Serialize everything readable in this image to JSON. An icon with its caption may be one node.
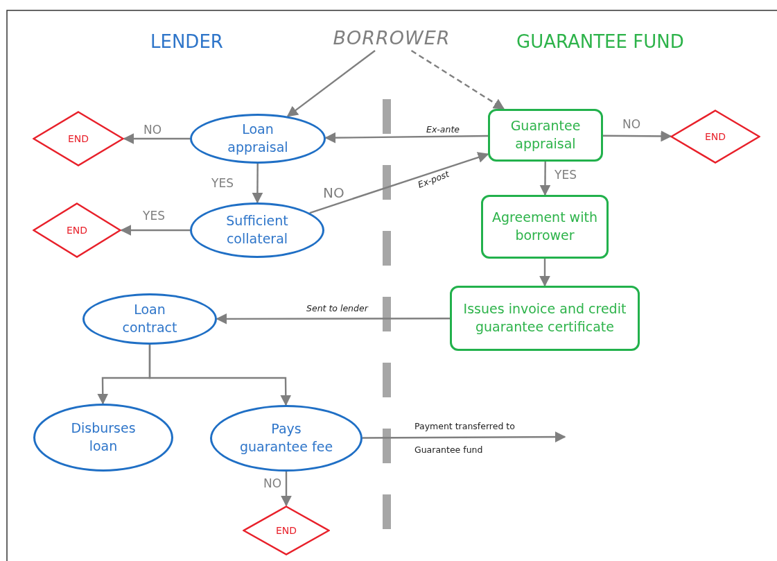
{
  "diagram": {
    "nodes": [
      {
        "text": [
          "BORROWER"
        ]
      },
      {
        "text": [
          "Loan appraisal"
        ]
      },
      {
        "text": [
          "END"
        ]
      },
      {
        "text": [
          "Guarantee appraisal"
        ]
      },
      {
        "text": [
          "END"
        ]
      },
      {
        "text": [
          "Sufficient collateral"
        ]
      },
      {
        "text": [
          "END"
        ]
      },
      {
        "text": [
          "Agreement with borrower"
        ]
      },
      {
        "text": [
          "Issues invoice and credit guarantee certificate"
        ]
      },
      {
        "text": [
          "Loan contract"
        ]
      },
      {
        "text": [
          "Disburses loan"
        ]
      },
      {
        "text": [
          "Pays guarantee fee"
        ]
      },
      {
        "text": [
          "END"
        ]
      }
    ],
    "edges": [
      {
        "from": 0,
        "to": 1,
        "arrow": "to"
      },
      {
        "from": 0,
        "to": 3,
        "arrow": "to",
        "style": "dashed"
      },
      {
        "from": 1,
        "to": 2,
        "arrow": "to",
        "label": "NO"
      },
      {
        "from": 3,
        "to": 1,
        "arrow": "to",
        "label": "Ex-ante"
      },
      {
        "from": 3,
        "to": 4,
        "arrow": "to",
        "label": "NO"
      },
      {
        "from": 1,
        "to": 5,
        "arrow": "to",
        "label": "YES"
      },
      {
        "from": 5,
        "to": 6,
        "arrow": "to",
        "label": "YES"
      },
      {
        "from": 5,
        "to": 3,
        "arrow": "to",
        "label": "Ex-post"
      },
      {
        "from": 3,
        "to": 7,
        "arrow": "to",
        "label": "YES"
      },
      {
        "from": 7,
        "to": 8,
        "arrow": "to"
      },
      {
        "from": 8,
        "to": 9,
        "arrow": "to",
        "label": "Sent to lender"
      },
      {
        "from": 9,
        "to": 10,
        "arrow": "to"
      },
      {
        "from": 9,
        "to": 11,
        "arrow": "to"
      },
      {
        "from": 11,
        "to": null,
        "arrow": "to",
        "label": "Payment transferred to Guarantee fund"
      },
      {
        "from": 11,
        "to": 12,
        "arrow": "to",
        "label": "NO"
      }
    ],
    "labels": [
      "LENDER",
      "GUARANTEE FUND",
      "NO"
    ]
  }
}
